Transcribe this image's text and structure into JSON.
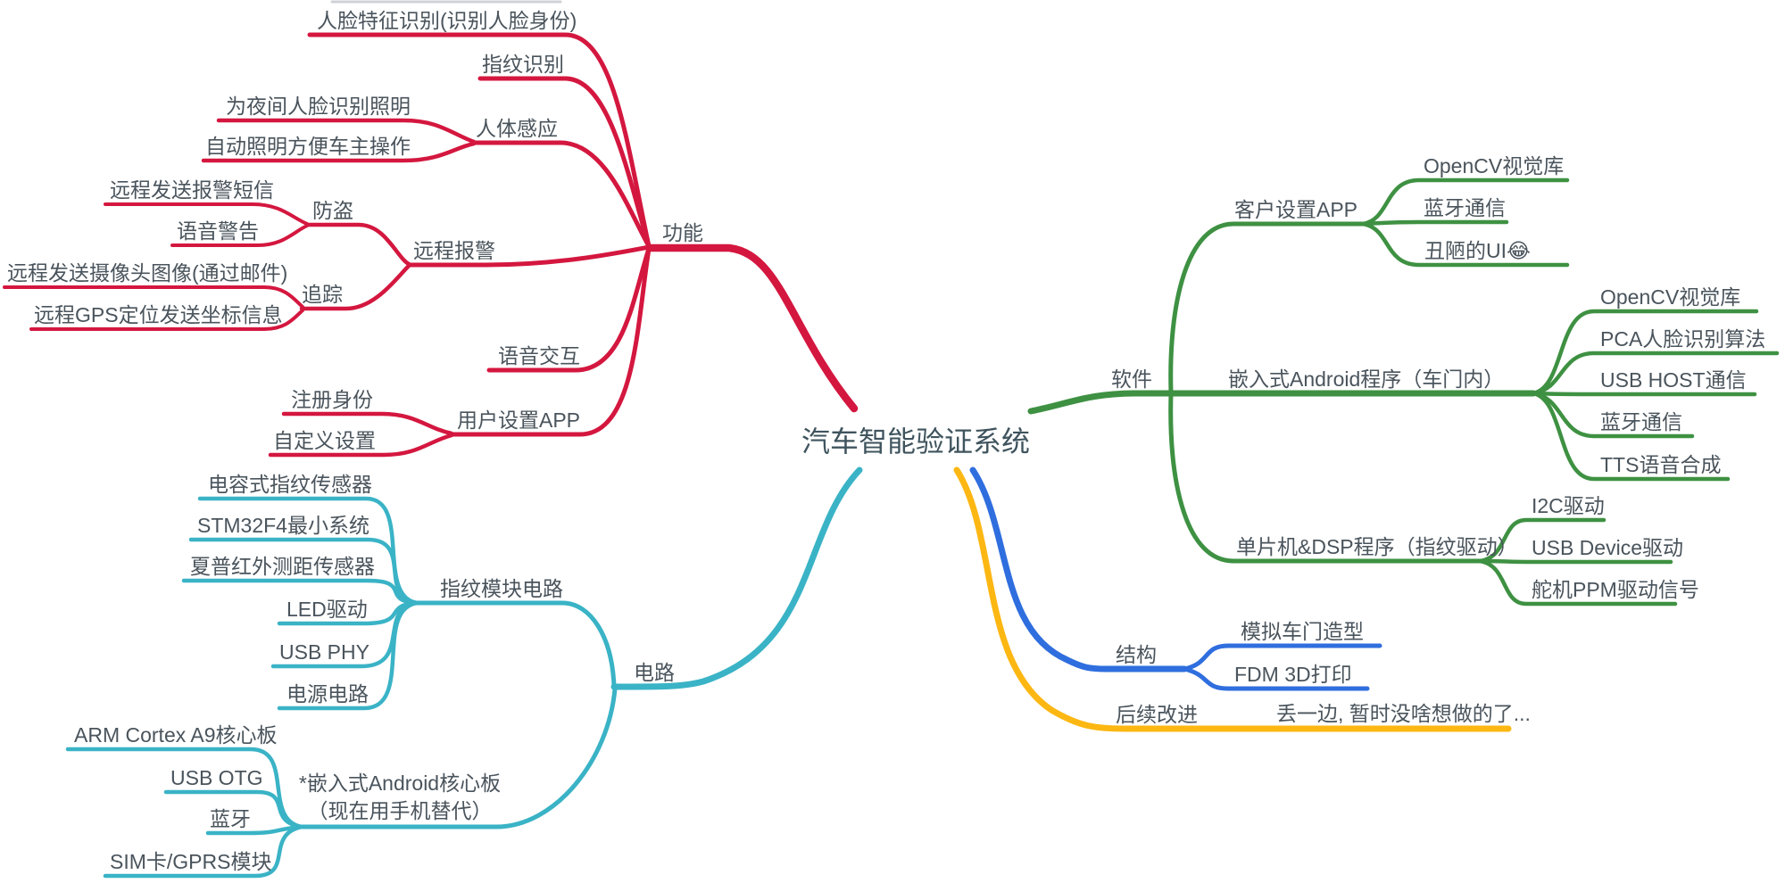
{
  "title": "汽车智能验证系统思维导图",
  "colors": {
    "red": "#d4173f",
    "green": "#3e9142",
    "cyan": "#3ab3c6",
    "blue": "#2f6ede",
    "yellow": "#fcb713",
    "text": "#4a545c",
    "background": "#ffffff"
  },
  "nodes": {
    "root": "汽车智能验证系统",
    "func": "功能",
    "face_id": "人脸特征识别(识别人脸身份)",
    "fingerprint_id": "指纹识别",
    "body_sense": "人体感应",
    "night_light": "为夜间人脸识别照明",
    "auto_light": "自动照明方便车主操作",
    "remote_alarm": "远程报警",
    "anti_theft": "防盗",
    "alarm_sms": "远程发送报警短信",
    "voice_warn": "语音警告",
    "tracking": "追踪",
    "remote_camera": "远程发送摄像头图像(通过邮件)",
    "remote_gps": "远程GPS定位发送坐标信息",
    "voice_interact": "语音交互",
    "user_app": "用户设置APP",
    "register_id": "注册身份",
    "custom_set": "自定义设置",
    "software": "软件",
    "client_app": "客户设置APP",
    "opencv_client": "OpenCV视觉库",
    "bt_client": "蓝牙通信",
    "ugly_ui": "丑陋的UI😂",
    "android_prog": "嵌入式Android程序（车门内）",
    "opencv_door": "OpenCV视觉库",
    "pca": "PCA人脸识别算法",
    "usb_host": "USB HOST通信",
    "bt_door": "蓝牙通信",
    "tts": "TTS语音合成",
    "mcu_dsp": "单片机&DSP程序（指纹驱动）",
    "i2c": "I2C驱动",
    "usb_device": "USB Device驱动",
    "servo_ppm": "舵机PPM驱动信号",
    "circuit": "电路",
    "fp_circuit": "指纹模块电路",
    "cap_sensor": "电容式指纹传感器",
    "stm32": "STM32F4最小系统",
    "sharp_ir": "夏普红外测距传感器",
    "led_drv": "LED驱动",
    "usb_phy": "USB PHY",
    "power": "电源电路",
    "android_board_1": "*嵌入式Android核心板",
    "android_board_2": "（现在用手机替代）",
    "arm_a9": "ARM Cortex A9核心板",
    "usb_otg": "USB OTG",
    "bt_board": "蓝牙",
    "sim_gprs": "SIM卡/GPRS模块",
    "structure": "结构",
    "door_model": "模拟车门造型",
    "fdm_print": "FDM 3D打印",
    "future": "后续改进",
    "future_note": "丢一边, 暂时没啥想做的了..."
  }
}
